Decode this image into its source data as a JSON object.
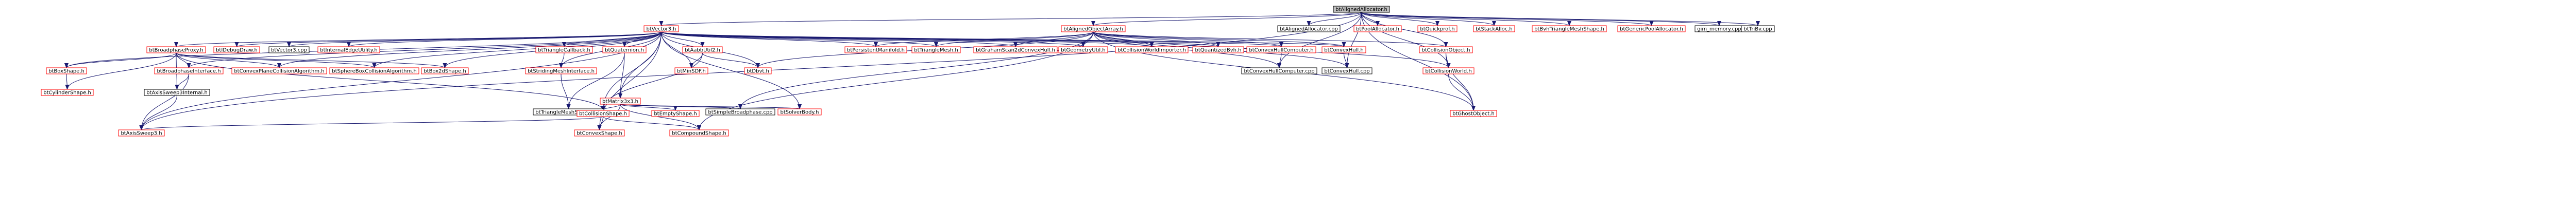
{
  "colors": {
    "edge": "#191970",
    "root_fill": "#bfbfbf",
    "node_fill": "#ffffff",
    "linked_border": "#000000",
    "undocumented_border": "#ff0000"
  },
  "graph": {
    "nodes": [
      {
        "id": "btAlignedAllocator.h",
        "label": "btAlignedAllocator.h",
        "style": "root"
      },
      {
        "id": "btVector3.h",
        "label": "btVector3.h",
        "style": "red"
      },
      {
        "id": "btAlignedObjectArray.h",
        "label": "btAlignedObjectArray.h",
        "style": "red"
      },
      {
        "id": "btAlignedAllocator.cpp",
        "label": "btAlignedAllocator.cpp",
        "style": "black"
      },
      {
        "id": "btPoolAllocator.h",
        "label": "btPoolAllocator.h",
        "style": "red"
      },
      {
        "id": "btQuickprof.h",
        "label": "btQuickprof.h",
        "style": "red"
      },
      {
        "id": "btStackAlloc.h",
        "label": "btStackAlloc.h",
        "style": "red"
      },
      {
        "id": "btBvhTriangleMeshShape.h",
        "label": "btBvhTriangleMeshShape.h",
        "style": "red"
      },
      {
        "id": "btGenericPoolAllocator.h",
        "label": "btGenericPoolAllocator.h",
        "style": "red"
      },
      {
        "id": "gim_memory.cpp",
        "label": "gim_memory.cpp",
        "style": "black"
      },
      {
        "id": "btTriBv.cpp",
        "label": "btTriBv.cpp",
        "style": "black"
      },
      {
        "id": "btBroadphaseProxy.h",
        "label": "btBroadphaseProxy.h",
        "style": "red"
      },
      {
        "id": "btIDebugDraw.h",
        "label": "btIDebugDraw.h",
        "style": "red"
      },
      {
        "id": "btVector3.cpp",
        "label": "btVector3.cpp",
        "style": "black"
      },
      {
        "id": "btInternalEdgeUtility.h",
        "label": "btInternalEdgeUtility.h",
        "style": "red"
      },
      {
        "id": "btTriangleCallback.h",
        "label": "btTriangleCallback.h",
        "style": "red"
      },
      {
        "id": "btQuaternion.h",
        "label": "btQuaternion.h",
        "style": "red"
      },
      {
        "id": "btAabbUtil2.h",
        "label": "btAabbUtil2.h",
        "style": "red"
      },
      {
        "id": "btPersistentManifold.h",
        "label": "btPersistentManifold.h",
        "style": "red"
      },
      {
        "id": "btTriangleMesh.h",
        "label": "btTriangleMesh.h",
        "style": "red"
      },
      {
        "id": "btGrahamScan2dConvexHull.h",
        "label": "btGrahamScan2dConvexHull.h",
        "style": "red"
      },
      {
        "id": "btGeometryUtil.h",
        "label": "btGeometryUtil.h",
        "style": "red"
      },
      {
        "id": "btCollisionWorldImporter.h",
        "label": "btCollisionWorldImporter.h",
        "style": "red"
      },
      {
        "id": "btQuantizedBvh.h",
        "label": "btQuantizedBvh.h",
        "style": "red"
      },
      {
        "id": "btConvexHullComputer.h",
        "label": "btConvexHullComputer.h",
        "style": "red"
      },
      {
        "id": "btConvexHull.h",
        "label": "btConvexHull.h",
        "style": "red"
      },
      {
        "id": "btCollisionObject.h",
        "label": "btCollisionObject.h",
        "style": "red"
      },
      {
        "id": "btBoxShape.h",
        "label": "btBoxShape.h",
        "style": "red"
      },
      {
        "id": "btBroadphaseInterface.h",
        "label": "btBroadphaseInterface.h",
        "style": "red"
      },
      {
        "id": "btConvexPlaneCollisionAlgorithm.h",
        "label": "btConvexPlaneCollisionAlgorithm.h",
        "style": "red"
      },
      {
        "id": "btSphereBoxCollisionAlgorithm.h",
        "label": "btSphereBoxCollisionAlgorithm.h",
        "style": "red"
      },
      {
        "id": "btBox2dShape.h",
        "label": "btBox2dShape.h",
        "style": "red"
      },
      {
        "id": "btStridingMeshInterface.h",
        "label": "btStridingMeshInterface.h",
        "style": "red"
      },
      {
        "id": "btMatrix3x3.h",
        "label": "btMatrix3x3.h",
        "style": "red"
      },
      {
        "id": "btMinSDF.h",
        "label": "btMinSDF.h",
        "style": "red"
      },
      {
        "id": "btDbvt.h",
        "label": "btDbvt.h",
        "style": "red"
      },
      {
        "id": "btConvexHullComputer.cpp",
        "label": "btConvexHullComputer.cpp",
        "style": "black"
      },
      {
        "id": "btConvexHull.cpp",
        "label": "btConvexHull.cpp",
        "style": "black"
      },
      {
        "id": "btCollisionWorld.h",
        "label": "btCollisionWorld.h",
        "style": "red"
      },
      {
        "id": "btCylinderShape.h",
        "label": "btCylinderShape.h",
        "style": "red"
      },
      {
        "id": "btAxisSweep3Internal.h",
        "label": "btAxisSweep3Internal.h",
        "style": "black"
      },
      {
        "id": "btTriangleMeshShape.cpp",
        "label": "btTriangleMeshShape.cpp",
        "style": "black"
      },
      {
        "id": "btCollisionShape.h",
        "label": "btCollisionShape.h",
        "style": "red"
      },
      {
        "id": "btEmptyShape.h",
        "label": "btEmptyShape.h",
        "style": "red"
      },
      {
        "id": "btSimpleBroadphase.cpp",
        "label": "btSimpleBroadphase.cpp",
        "style": "black"
      },
      {
        "id": "btSolverBody.h",
        "label": "btSolverBody.h",
        "style": "red"
      },
      {
        "id": "btGhostObject.h",
        "label": "btGhostObject.h",
        "style": "red"
      },
      {
        "id": "btAxisSweep3.h",
        "label": "btAxisSweep3.h",
        "style": "red"
      },
      {
        "id": "btConvexShape.h",
        "label": "btConvexShape.h",
        "style": "red"
      },
      {
        "id": "btCompoundShape.h",
        "label": "btCompoundShape.h",
        "style": "red"
      }
    ],
    "edges": [
      [
        "btAlignedAllocator.h",
        "btVector3.h"
      ],
      [
        "btAlignedAllocator.h",
        "btAlignedObjectArray.h"
      ],
      [
        "btAlignedAllocator.h",
        "btAlignedAllocator.cpp"
      ],
      [
        "btAlignedAllocator.h",
        "btPoolAllocator.h"
      ],
      [
        "btAlignedAllocator.h",
        "btQuickprof.h"
      ],
      [
        "btAlignedAllocator.h",
        "btStackAlloc.h"
      ],
      [
        "btAlignedAllocator.h",
        "btBvhTriangleMeshShape.h"
      ],
      [
        "btAlignedAllocator.h",
        "btGenericPoolAllocator.h"
      ],
      [
        "btAlignedAllocator.h",
        "gim_memory.cpp"
      ],
      [
        "btAlignedAllocator.h",
        "btTriBv.cpp"
      ],
      [
        "btAlignedAllocator.h",
        "btCollisionObject.h"
      ],
      [
        "btAlignedAllocator.h",
        "btGhostObject.h"
      ],
      [
        "btAlignedAllocator.h",
        "btConvexHullComputer.cpp"
      ],
      [
        "btAlignedAllocator.h",
        "btConvexHull.cpp"
      ],
      [
        "btAlignedAllocator.h",
        "btCollisionWorld.h"
      ],
      [
        "btAlignedAllocator.h",
        "btAxisSweep3.h"
      ],
      [
        "btVector3.h",
        "btBroadphaseProxy.h"
      ],
      [
        "btVector3.h",
        "btIDebugDraw.h"
      ],
      [
        "btVector3.h",
        "btVector3.cpp"
      ],
      [
        "btVector3.h",
        "btInternalEdgeUtility.h"
      ],
      [
        "btVector3.h",
        "btTriangleCallback.h"
      ],
      [
        "btVector3.h",
        "btQuaternion.h"
      ],
      [
        "btVector3.h",
        "btAabbUtil2.h"
      ],
      [
        "btVector3.h",
        "btPersistentManifold.h"
      ],
      [
        "btVector3.h",
        "btTriangleMesh.h"
      ],
      [
        "btVector3.h",
        "btGrahamScan2dConvexHull.h"
      ],
      [
        "btVector3.h",
        "btGeometryUtil.h"
      ],
      [
        "btVector3.h",
        "btCollisionWorldImporter.h"
      ],
      [
        "btVector3.h",
        "btQuantizedBvh.h"
      ],
      [
        "btVector3.h",
        "btConvexHullComputer.h"
      ],
      [
        "btVector3.h",
        "btConvexHull.h"
      ],
      [
        "btVector3.h",
        "btBoxShape.h"
      ],
      [
        "btVector3.h",
        "btBroadphaseInterface.h"
      ],
      [
        "btVector3.h",
        "btConvexPlaneCollisionAlgorithm.h"
      ],
      [
        "btVector3.h",
        "btSphereBoxCollisionAlgorithm.h"
      ],
      [
        "btVector3.h",
        "btBox2dShape.h"
      ],
      [
        "btVector3.h",
        "btStridingMeshInterface.h"
      ],
      [
        "btVector3.h",
        "btMatrix3x3.h"
      ],
      [
        "btVector3.h",
        "btMinSDF.h"
      ],
      [
        "btVector3.h",
        "btDbvt.h"
      ],
      [
        "btVector3.h",
        "btCollisionShape.h"
      ],
      [
        "btVector3.h",
        "btConvexShape.h"
      ],
      [
        "btVector3.h",
        "btAxisSweep3.h"
      ],
      [
        "btVector3.h",
        "btSolverBody.h"
      ],
      [
        "btAlignedObjectArray.h",
        "btPersistentManifold.h"
      ],
      [
        "btAlignedObjectArray.h",
        "btTriangleMesh.h"
      ],
      [
        "btAlignedObjectArray.h",
        "btGrahamScan2dConvexHull.h"
      ],
      [
        "btAlignedObjectArray.h",
        "btGeometryUtil.h"
      ],
      [
        "btAlignedObjectArray.h",
        "btCollisionWorldImporter.h"
      ],
      [
        "btAlignedObjectArray.h",
        "btQuantizedBvh.h"
      ],
      [
        "btAlignedObjectArray.h",
        "btConvexHullComputer.h"
      ],
      [
        "btAlignedObjectArray.h",
        "btConvexHull.h"
      ],
      [
        "btAlignedObjectArray.h",
        "btCollisionObject.h"
      ],
      [
        "btAlignedObjectArray.h",
        "btCollisionWorld.h"
      ],
      [
        "btAlignedObjectArray.h",
        "btGhostObject.h"
      ],
      [
        "btAlignedObjectArray.h",
        "btDbvt.h"
      ],
      [
        "btAlignedObjectArray.h",
        "btSimpleBroadphase.cpp"
      ],
      [
        "btAlignedObjectArray.h",
        "btCompoundShape.h"
      ],
      [
        "btAlignedObjectArray.h",
        "btConvexHullComputer.cpp"
      ],
      [
        "btAlignedObjectArray.h",
        "btConvexHull.cpp"
      ],
      [
        "btBroadphaseProxy.h",
        "btBoxShape.h"
      ],
      [
        "btBroadphaseProxy.h",
        "btBroadphaseInterface.h"
      ],
      [
        "btBroadphaseProxy.h",
        "btConvexPlaneCollisionAlgorithm.h"
      ],
      [
        "btBroadphaseProxy.h",
        "btSphereBoxCollisionAlgorithm.h"
      ],
      [
        "btBroadphaseProxy.h",
        "btBox2dShape.h"
      ],
      [
        "btBroadphaseProxy.h",
        "btCollisionShape.h"
      ],
      [
        "btBroadphaseProxy.h",
        "btAxisSweep3Internal.h"
      ],
      [
        "btBroadphaseProxy.h",
        "btCylinderShape.h"
      ],
      [
        "btBoxShape.h",
        "btCylinderShape.h"
      ],
      [
        "btBroadphaseInterface.h",
        "btAxisSweep3Internal.h"
      ],
      [
        "btBroadphaseInterface.h",
        "btAxisSweep3.h"
      ],
      [
        "btAxisSweep3Internal.h",
        "btAxisSweep3.h"
      ],
      [
        "btTriangleCallback.h",
        "btStridingMeshInterface.h"
      ],
      [
        "btStridingMeshInterface.h",
        "btTriangleMeshShape.cpp"
      ],
      [
        "btQuaternion.h",
        "btMatrix3x3.h"
      ],
      [
        "btQuaternion.h",
        "btTriangleMeshShape.cpp"
      ],
      [
        "btAabbUtil2.h",
        "btMinSDF.h"
      ],
      [
        "btAabbUtil2.h",
        "btDbvt.h"
      ],
      [
        "btAabbUtil2.h",
        "btCollisionShape.h"
      ],
      [
        "btMatrix3x3.h",
        "btCollisionShape.h"
      ],
      [
        "btMatrix3x3.h",
        "btEmptyShape.h"
      ],
      [
        "btMatrix3x3.h",
        "btSimpleBroadphase.cpp"
      ],
      [
        "btMatrix3x3.h",
        "btSolverBody.h"
      ],
      [
        "btMatrix3x3.h",
        "btConvexShape.h"
      ],
      [
        "btMatrix3x3.h",
        "btCompoundShape.h"
      ],
      [
        "btCollisionShape.h",
        "btConvexShape.h"
      ],
      [
        "btCollisionShape.h",
        "btCompoundShape.h"
      ],
      [
        "btCollisionShape.h",
        "btAxisSweep3.h"
      ],
      [
        "btConvexHullComputer.h",
        "btConvexHullComputer.cpp"
      ],
      [
        "btConvexHull.h",
        "btConvexHull.cpp"
      ],
      [
        "btCollisionObject.h",
        "btCollisionWorld.h"
      ],
      [
        "btCollisionObject.h",
        "btGhostObject.h"
      ],
      [
        "btCollisionWorld.h",
        "btGhostObject.h"
      ]
    ]
  }
}
